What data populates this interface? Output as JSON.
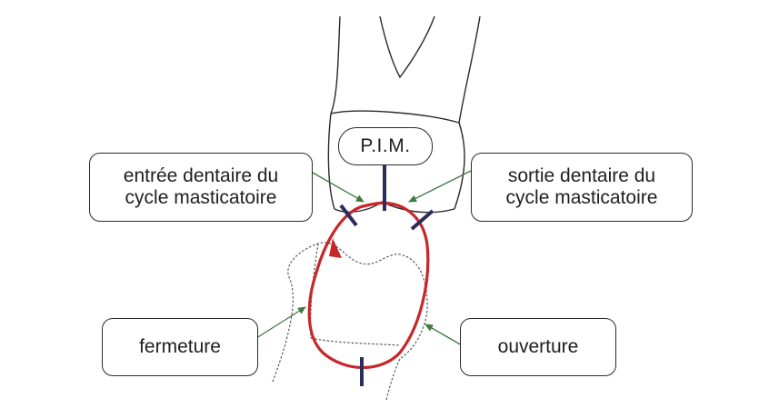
{
  "labels": {
    "pim": "P.I.M.",
    "entree_line1": "entrée dentaire du",
    "entree_line2": "cycle masticatoire",
    "sortie_line1": "sortie dentaire du",
    "sortie_line2": "cycle masticatoire",
    "fermeture": "fermeture",
    "ouverture": "ouverture"
  },
  "colors": {
    "cycle": "#c8262b",
    "markers": "#2b2d5c",
    "arrows": "#3f7a3f",
    "outline": "#2a2a2a"
  }
}
